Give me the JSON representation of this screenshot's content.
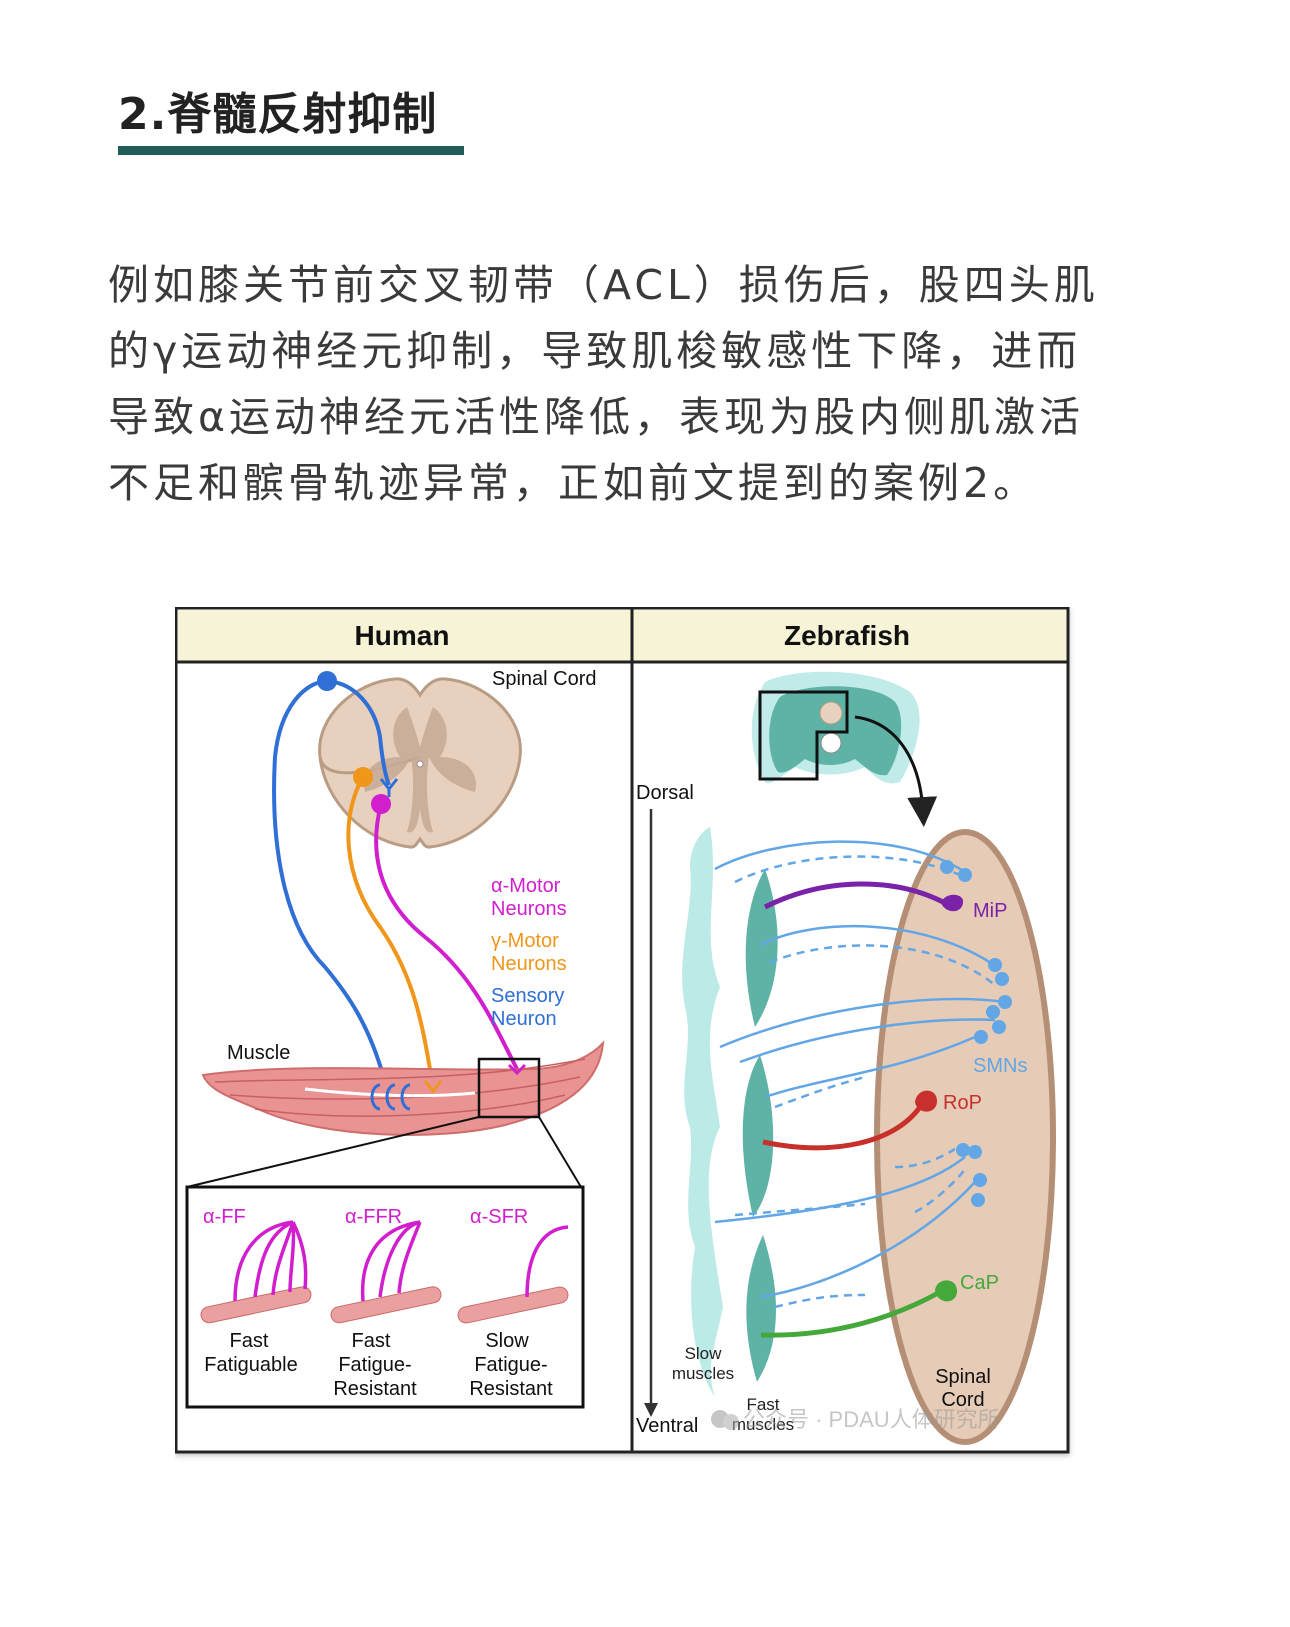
{
  "section": {
    "title": "2.脊髓反射抑制"
  },
  "paragraph": {
    "lines": [
      "例如膝关节前交叉韧带（ACL）损伤后，股四头肌",
      "的γ运动神经元抑制，导致肌梭敏感性下降，进而",
      "导致α运动神经元活性降低，表现为股内侧肌激活",
      "不足和髌骨轨迹异常，正如前文提到的案例2。"
    ]
  },
  "figure": {
    "human": {
      "header": "Human",
      "spinal_cord_label": "Spinal Cord",
      "alpha_label": [
        "α-Motor",
        "Neurons"
      ],
      "gamma_label": [
        "γ-Motor",
        "Neurons"
      ],
      "sensory_label": [
        "Sensory",
        "Neuron"
      ],
      "muscle_label": "Muscle",
      "units": [
        {
          "type": "α-FF",
          "desc": [
            "Fast",
            "Fatiguable"
          ]
        },
        {
          "type": "α-FFR",
          "desc": [
            "Fast",
            "Fatigue-",
            "Resistant"
          ]
        },
        {
          "type": "α-SFR",
          "desc": [
            "Slow",
            "Fatigue-",
            "Resistant"
          ]
        }
      ]
    },
    "zebrafish": {
      "header": "Zebrafish",
      "dorsal": "Dorsal",
      "ventral": "Ventral",
      "mip": "MiP",
      "smns": "SMNs",
      "rop": "RoP",
      "cap": "CaP",
      "slow_muscles": [
        "Slow",
        "muscles"
      ],
      "fast_muscles": [
        "Fast",
        "muscles"
      ],
      "spinal_cord": [
        "Spinal",
        "Cord"
      ]
    },
    "watermark": "公众号 · PDAU人体研究所"
  },
  "colors": {
    "accent": "#1f5d56",
    "alpha": "#d21fce",
    "gamma": "#f0961b",
    "sensory": "#2f6fd6",
    "mip": "#7a22a8",
    "rop": "#c8302c",
    "cap": "#44a83b",
    "smn": "#62a6e6",
    "header_bg": "#f6f3d6"
  }
}
